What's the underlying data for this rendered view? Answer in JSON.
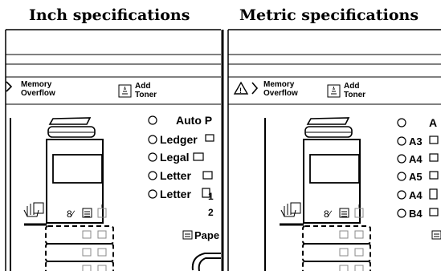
{
  "headings": {
    "inch": "Inch specifications",
    "metric": "Metric specifications"
  },
  "indicators": {
    "memory_line1": "Memory",
    "memory_line2": "Overflow",
    "add_line1": "Add",
    "add_line2": "Toner"
  },
  "inch_panel": {
    "paper_options": [
      "Auto P",
      "Ledger",
      "Legal",
      "Letter",
      "Letter"
    ],
    "paper_label": "Pape",
    "tray_numbers": [
      "1",
      "2"
    ]
  },
  "metric_panel": {
    "paper_options": [
      "A",
      "A3",
      "A4",
      "A5",
      "A4",
      "B4"
    ]
  },
  "icons": [
    "warning-triangle-icon",
    "chevron-left-icon",
    "toner-bottle-icon",
    "copier-icon",
    "hand-copy-icon",
    "sort-icon",
    "stack-icon",
    "radio-circle-icon",
    "paper-orientation-icon",
    "paper-tray-button-icon"
  ]
}
